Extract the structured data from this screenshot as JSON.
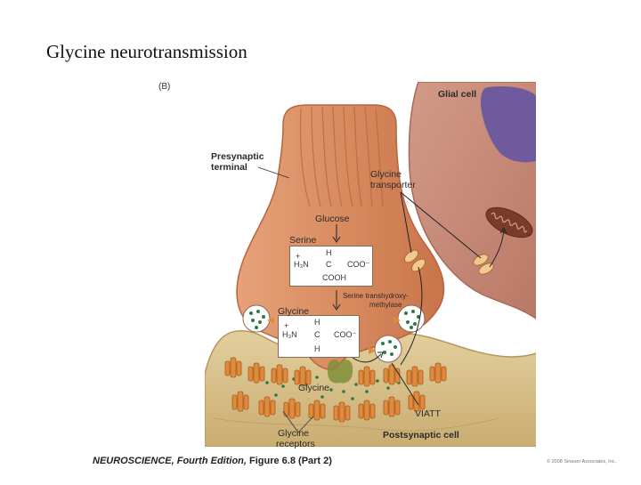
{
  "slide": {
    "title": "Glycine neurotransmission"
  },
  "figure": {
    "panel_letter": "(B)",
    "labels": {
      "glial_cell": "Glial cell",
      "presynaptic_terminal_1": "Presynaptic",
      "presynaptic_terminal_2": "terminal",
      "glycine_transporter_1": "Glycine",
      "glycine_transporter_2": "transporter",
      "glucose": "Glucose",
      "serine": "Serine",
      "enzyme_1": "Serine transhydroxy-",
      "enzyme_2": "methylase",
      "glycine_vesicle": "Glycine",
      "glycine_cleft": "Glycine",
      "viatt": "VIATT",
      "postsynaptic_cell": "Postsynaptic cell",
      "glycine_receptors_1": "Glycine",
      "glycine_receptors_2": "receptors"
    },
    "serine_structure": {
      "h_top": "H",
      "plus": "+",
      "h3n": "H₃N",
      "c": "C",
      "coo": "COO⁻",
      "cooh": "COOH"
    },
    "glycine_structure": {
      "h_top": "H",
      "plus": "+",
      "h3n": "H₃N",
      "c": "C",
      "coo": "COO⁻",
      "h_bottom": "H"
    },
    "caption_bold": "NEUROSCIENCE, Fourth Edition,",
    "caption_rest": " Figure 6.8 (Part 2)",
    "copyright": "© 2008 Sinauer Associates, Inc.",
    "colors": {
      "presynaptic_fill": "#d98b60",
      "glial_fill": "#c98a78",
      "nucleus": "#6e5a9c",
      "postsynaptic_fill": "#d9c08a",
      "receptor": "#e08a3c",
      "vesicle_dot": "#2e7a45"
    }
  }
}
